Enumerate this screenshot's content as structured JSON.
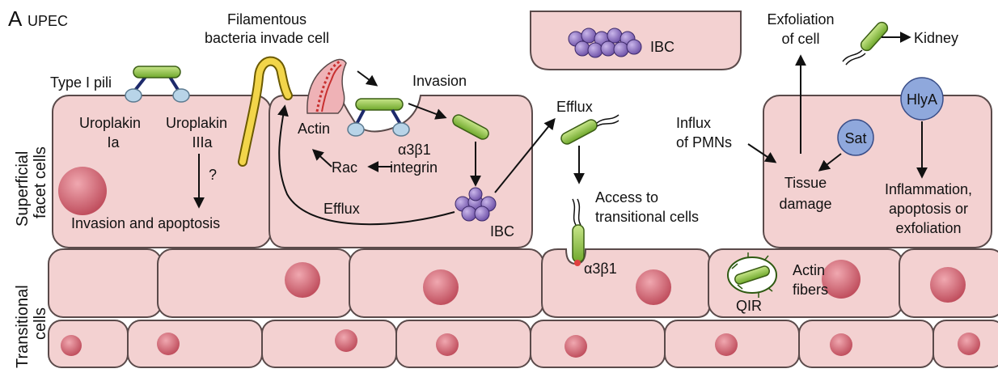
{
  "panel": {
    "letter": "A",
    "title": "UPEC"
  },
  "side_labels": {
    "superficial_line1": "Superficial",
    "superficial_line2": "facet cells",
    "transitional_line1": "Transitional",
    "transitional_line2": "cells"
  },
  "labels": {
    "filamentous_line1": "Filamentous",
    "filamentous_line2": "bacteria invade cell",
    "type1_pili": "Type I pili",
    "uroplakin_1a_line1": "Uroplakin",
    "uroplakin_1a_line2": "Ia",
    "uroplakin_3a_line1": "Uroplakin",
    "uroplakin_3a_line2": "IIIa",
    "question": "?",
    "invasion_apoptosis": "Invasion and apoptosis",
    "actin": "Actin",
    "rac": "Rac",
    "integrin_line1": "α3β1",
    "integrin_line2": "integrin",
    "invasion": "Invasion",
    "efflux_curve": "Efflux",
    "ibc_lower": "IBC",
    "ibc_top": "IBC",
    "efflux_top": "Efflux",
    "access_line1": "Access to",
    "access_line2": "transitional cells",
    "a3b1_receptor": "α3β1",
    "qir": "QIR",
    "actin_fibers_line1": "Actin",
    "actin_fibers_line2": "fibers",
    "exfoliation_line1": "Exfoliation",
    "exfoliation_line2": "of cell",
    "kidney": "Kidney",
    "influx_line1": "Influx",
    "influx_line2": "of PMNs",
    "sat": "Sat",
    "hlya": "HlyA",
    "tissue_line1": "Tissue",
    "tissue_line2": "damage",
    "inflammation_line1": "Inflammation,",
    "inflammation_line2": "apoptosis or",
    "inflammation_line3": "exfoliation"
  },
  "colors": {
    "cell_fill": "#f3d1d1",
    "cell_stroke": "#5a4a4a",
    "nucleus": "#c85d6a",
    "bacterium": "#8cc63f",
    "ibc": "#8a6fbf",
    "pili_cap": "#b8d4e8",
    "toxin_circle": "#8fa8dc",
    "filament": "#f2d54a",
    "actin_red": "#c83030"
  }
}
